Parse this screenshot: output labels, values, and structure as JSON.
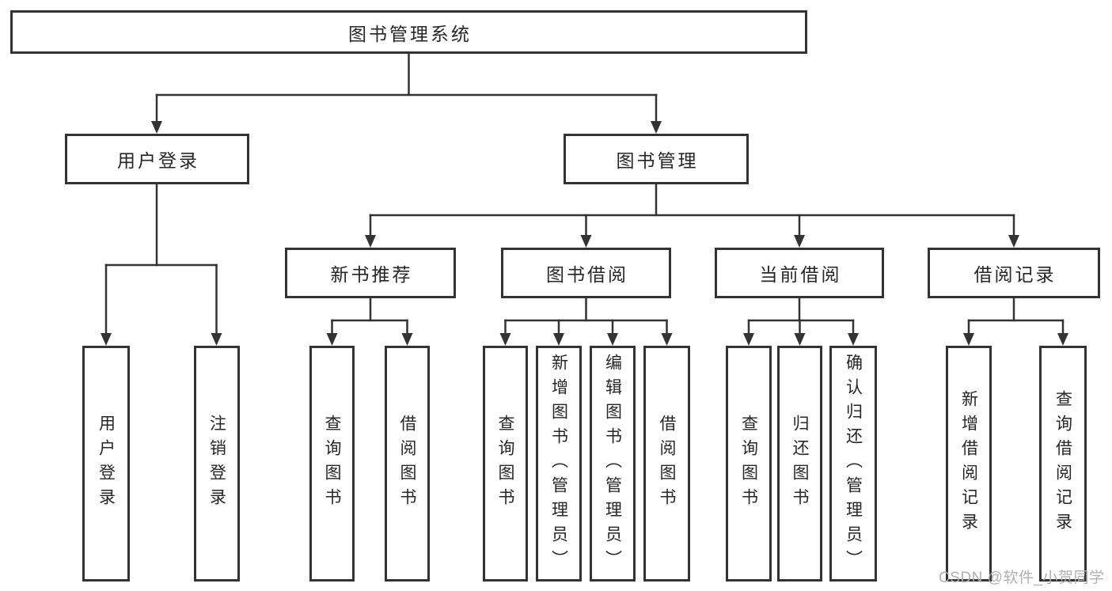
{
  "tree": {
    "root": {
      "label": "图书管理系统"
    },
    "children": [
      {
        "label": "用户登录",
        "children": [
          {
            "label": "用户登录"
          },
          {
            "label": "注销登录"
          }
        ]
      },
      {
        "label": "图书管理",
        "children": [
          {
            "label": "新书推荐",
            "children": [
              {
                "label": "查询图书"
              },
              {
                "label": "借阅图书"
              }
            ]
          },
          {
            "label": "图书借阅",
            "children": [
              {
                "label": "查询图书"
              },
              {
                "label": "新增图书（管理员）"
              },
              {
                "label": "编辑图书（管理员）"
              },
              {
                "label": "借阅图书"
              }
            ]
          },
          {
            "label": "当前借阅",
            "children": [
              {
                "label": "查询图书"
              },
              {
                "label": "归还图书"
              },
              {
                "label": "确认归还（管理员）"
              }
            ]
          },
          {
            "label": "借阅记录",
            "children": [
              {
                "label": "新增借阅记录"
              },
              {
                "label": "查询借阅记录"
              }
            ]
          }
        ]
      }
    ]
  },
  "watermark": {
    "text": "CSDN @软件_小贺同学"
  },
  "colors": {
    "line": "#333333",
    "text": "#262626",
    "watermark": "#b0b0b0",
    "background": "#ffffff"
  }
}
